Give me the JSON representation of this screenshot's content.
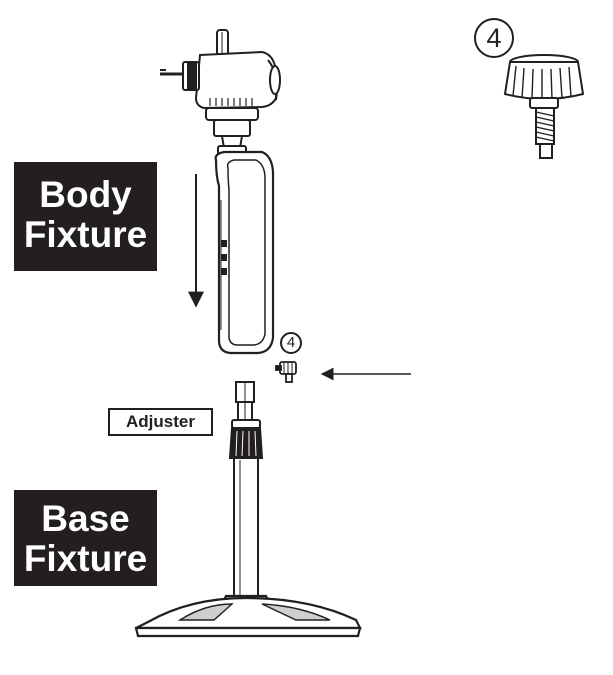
{
  "labels": {
    "body_fixture": [
      "Body",
      "Fixture"
    ],
    "base_fixture": [
      "Base",
      "Fixture"
    ],
    "adjuster": "Adjuster"
  },
  "callouts": {
    "part_number": "4"
  },
  "colors": {
    "ink": "#231f20",
    "background": "#ffffff",
    "shade": "#cfcfcf"
  }
}
